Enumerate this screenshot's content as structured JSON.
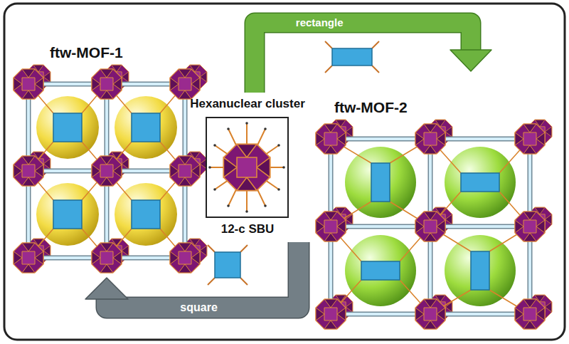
{
  "diagram": {
    "nodes": [
      {
        "text": [
          "ftw-MOF-1"
        ]
      },
      {
        "text": [
          "Hexanuclear cluster",
          "12-c SBU"
        ]
      },
      {
        "text": [
          "ftw-MOF-2"
        ]
      }
    ],
    "edges": [
      {
        "from": 1,
        "to": 2,
        "arrow": "to",
        "label": "rectangle"
      },
      {
        "from": 1,
        "to": 0,
        "arrow": "to",
        "label": "square"
      }
    ]
  }
}
